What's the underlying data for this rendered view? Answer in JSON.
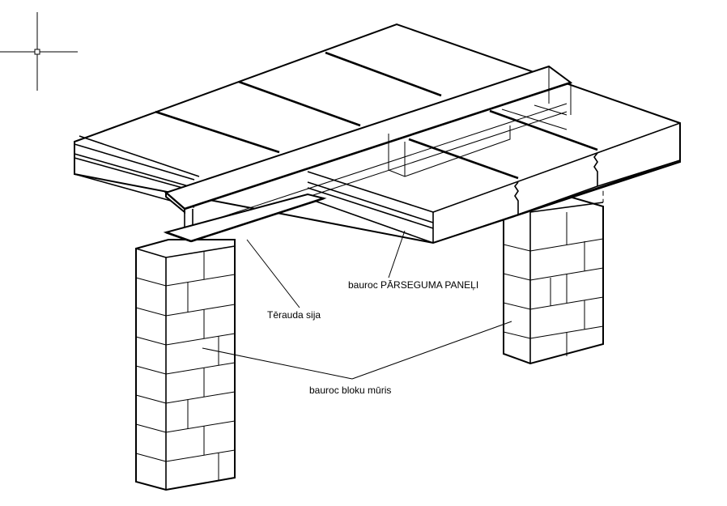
{
  "labels": {
    "panels": "bauroc PĀRSEGUMA PANEĻI",
    "beam": "Tērauda sija",
    "wall": "bauroc bloku mūris"
  },
  "colors": {
    "line": "#000000",
    "background": "#ffffff"
  },
  "icons": {
    "cursor": "crosshair-cursor-icon"
  }
}
